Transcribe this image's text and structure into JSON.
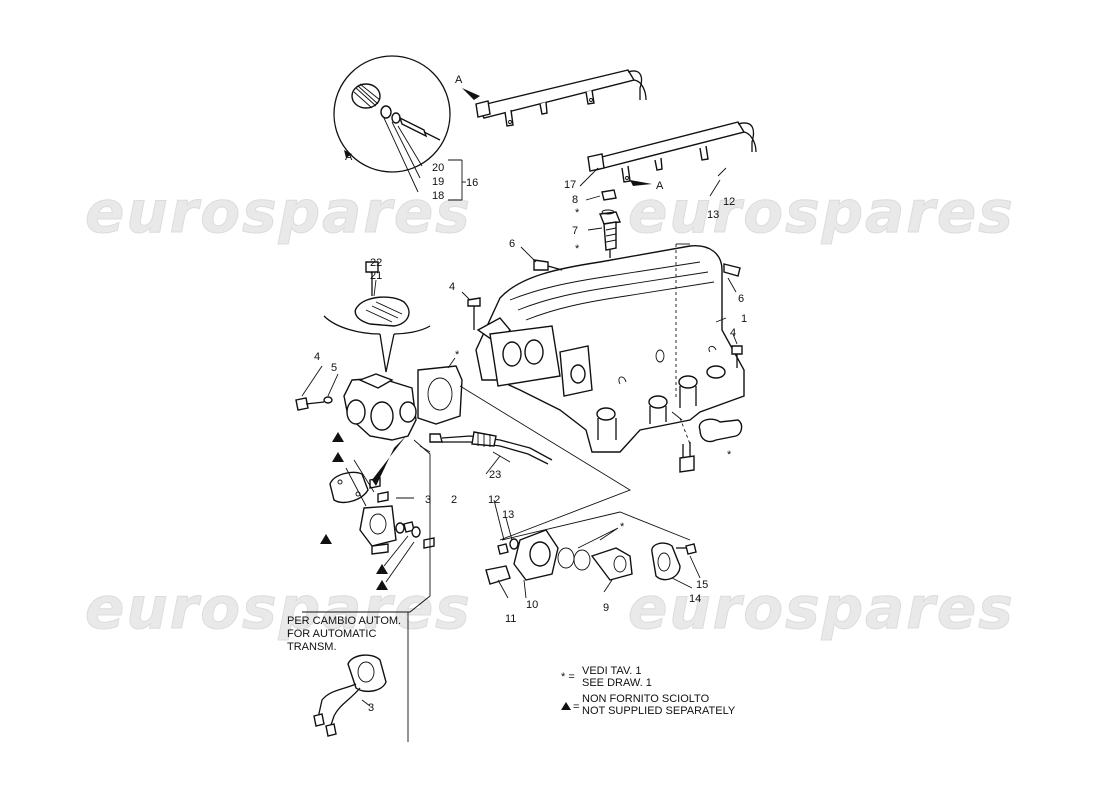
{
  "watermark": {
    "text": "eurospares"
  },
  "callouts": {
    "n1": "1",
    "n2": "2",
    "n3a": "3",
    "n3b": "3",
    "n4a": "4",
    "n4b": "4",
    "n4c": "4",
    "n5": "5",
    "n6a": "6",
    "n6b": "6",
    "n7": "7",
    "n8": "8",
    "n9": "9",
    "n10": "10",
    "n11": "11",
    "n12a": "12",
    "n12b": "12",
    "n13a": "13",
    "n13b": "13",
    "n14": "14",
    "n15": "15",
    "n16": "16",
    "n17": "17",
    "n18": "18",
    "n19": "19",
    "n20": "20",
    "n21": "21",
    "n22": "22",
    "n23": "23",
    "a1": "A",
    "a2": "A",
    "star1": "*",
    "star2": "*",
    "star3": "*",
    "star4": "*",
    "star5": "*"
  },
  "inset_note": {
    "line1": "PER CAMBIO AUTOM.",
    "line2": "FOR AUTOMATIC",
    "line3": "TRANSM."
  },
  "legend": {
    "star_symbol": "* =",
    "star_line1": "VEDI TAV. 1",
    "star_line2": "SEE DRAW. 1",
    "tri_symbol": "=",
    "tri_line1": "NON FORNITO SCIOLTO",
    "tri_line2": "NOT SUPPLIED SEPARATELY"
  }
}
